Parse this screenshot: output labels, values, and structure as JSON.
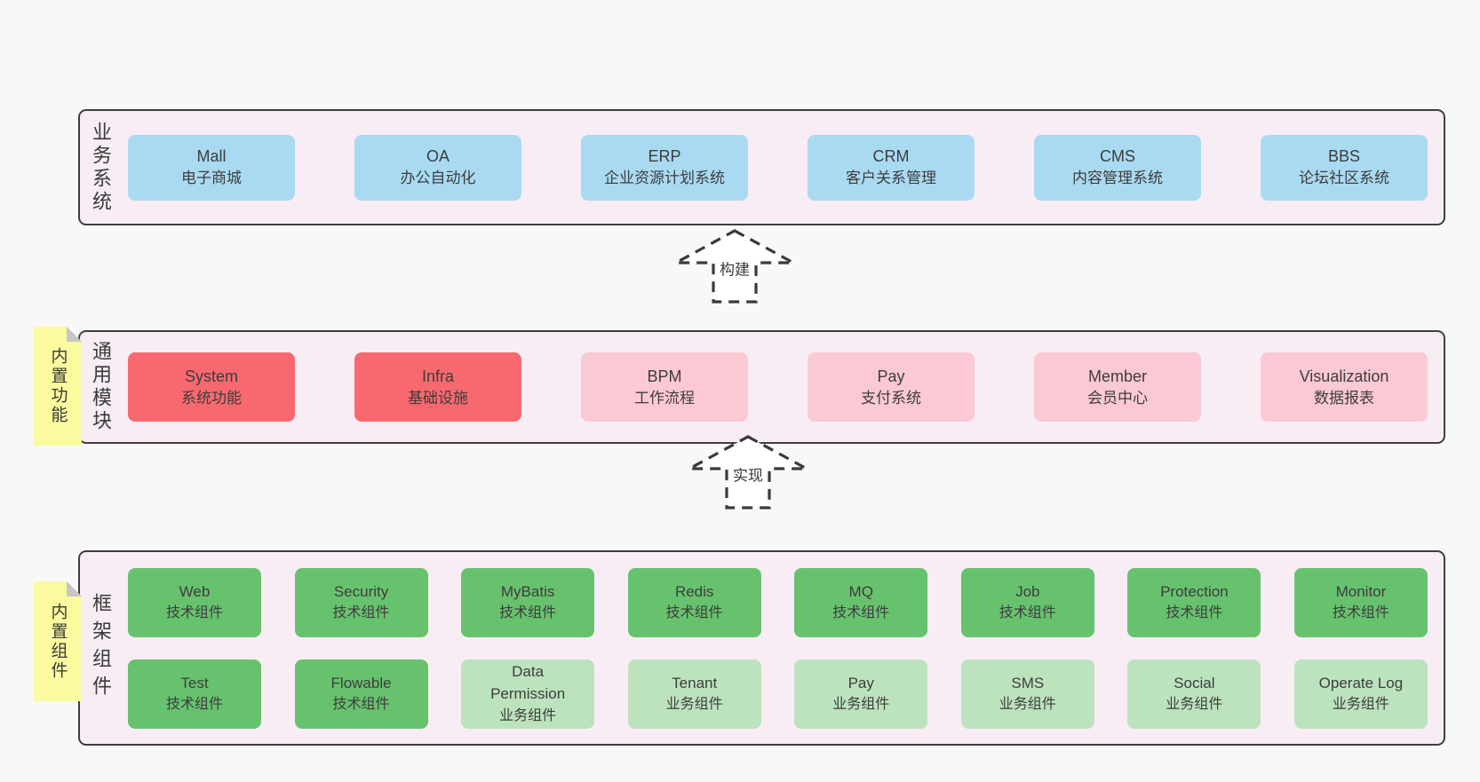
{
  "colors": {
    "page_bg": "#f8f8f8",
    "band_bg": "#f8edf5",
    "band_border": "#3f3f3f",
    "box_blue": "#a9daf2",
    "box_red": "#f7696f",
    "box_pink": "#fbc9d3",
    "box_green_dark": "#67c26e",
    "box_green_light": "#bce3bd",
    "sticky_yellow": "#fbfa9e",
    "sticky_fold": "#c6c6c6",
    "text": "#3d3d3d"
  },
  "arrows": [
    {
      "label": "构建"
    },
    {
      "label": "实现"
    }
  ],
  "bands": [
    {
      "label": "业务系统",
      "boxes": [
        {
          "title": "Mall",
          "subtitle": "电子商城"
        },
        {
          "title": "OA",
          "subtitle": "办公自动化"
        },
        {
          "title": "ERP",
          "subtitle": "企业资源计划系统"
        },
        {
          "title": "CRM",
          "subtitle": "客户关系管理"
        },
        {
          "title": "CMS",
          "subtitle": "内容管理系统"
        },
        {
          "title": "BBS",
          "subtitle": "论坛社区系统"
        }
      ]
    },
    {
      "sticky": "内置功能",
      "label": "通用模块",
      "boxes": [
        {
          "title": "System",
          "subtitle": "系统功能",
          "variant": "red"
        },
        {
          "title": "Infra",
          "subtitle": "基础设施",
          "variant": "red"
        },
        {
          "title": "BPM",
          "subtitle": "工作流程",
          "variant": "pink"
        },
        {
          "title": "Pay",
          "subtitle": "支付系统",
          "variant": "pink"
        },
        {
          "title": "Member",
          "subtitle": "会员中心",
          "variant": "pink"
        },
        {
          "title": "Visualization",
          "subtitle": "数据报表",
          "variant": "pink"
        }
      ]
    },
    {
      "sticky": "内置组件",
      "label": "框架组件",
      "rows": [
        [
          {
            "title": "Web",
            "subtitle": "技术组件",
            "variant": "green-dark"
          },
          {
            "title": "Security",
            "subtitle": "技术组件",
            "variant": "green-dark"
          },
          {
            "title": "MyBatis",
            "subtitle": "技术组件",
            "variant": "green-dark"
          },
          {
            "title": "Redis",
            "subtitle": "技术组件",
            "variant": "green-dark"
          },
          {
            "title": "MQ",
            "subtitle": "技术组件",
            "variant": "green-dark"
          },
          {
            "title": "Job",
            "subtitle": "技术组件",
            "variant": "green-dark"
          },
          {
            "title": "Protection",
            "subtitle": "技术组件",
            "variant": "green-dark"
          },
          {
            "title": "Monitor",
            "subtitle": "技术组件",
            "variant": "green-dark"
          }
        ],
        [
          {
            "title": "Test",
            "subtitle": "技术组件",
            "variant": "green-dark"
          },
          {
            "title": "Flowable",
            "subtitle": "技术组件",
            "variant": "green-dark"
          },
          {
            "title": "Data Permission",
            "subtitle": "业务组件",
            "variant": "green-light"
          },
          {
            "title": "Tenant",
            "subtitle": "业务组件",
            "variant": "green-light"
          },
          {
            "title": "Pay",
            "subtitle": "业务组件",
            "variant": "green-light"
          },
          {
            "title": "SMS",
            "subtitle": "业务组件",
            "variant": "green-light"
          },
          {
            "title": "Social",
            "subtitle": "业务组件",
            "variant": "green-light"
          },
          {
            "title": "Operate Log",
            "subtitle": "业务组件",
            "variant": "green-light"
          }
        ]
      ]
    }
  ]
}
